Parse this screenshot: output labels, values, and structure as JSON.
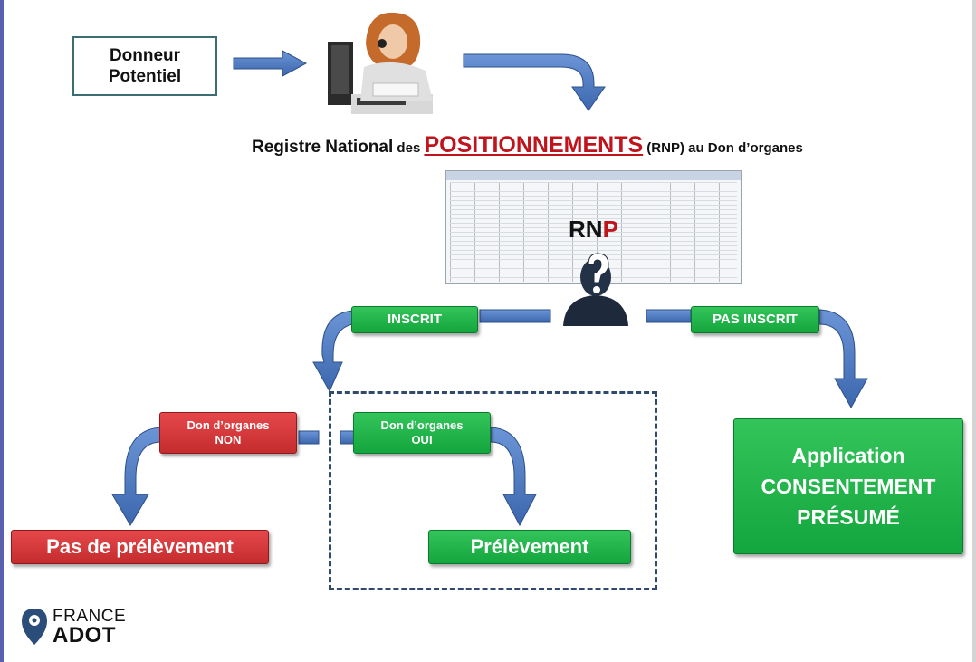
{
  "donneur": {
    "line1": "Donneur",
    "line2": "Potentiel"
  },
  "title": {
    "part1": "Registre National",
    "part2": " des ",
    "part3": "POSITIONNEMENTS",
    "part4": " (RNP)",
    "part5": " au Don d’organes"
  },
  "rnp": {
    "black": "RN",
    "red": "P"
  },
  "boxes": {
    "inscrit": "INSCRIT",
    "pas_inscrit": "PAS INSCRIT",
    "don_non_line1": "Don d’organes",
    "don_non_line2": "NON",
    "don_oui_line1": "Don d’organes",
    "don_oui_line2": "OUI",
    "pas_prelevement": "Pas de prélèvement",
    "prelevement": "Prélèvement",
    "app_line1": "Application",
    "app_line2": "CONSENTEMENT",
    "app_line3": "PRÉSUMÉ"
  },
  "logo": {
    "line1": "FRANCE",
    "line2": "ADOT"
  },
  "colors": {
    "arrow": "#4a78c0",
    "green": "#1ab04a",
    "red": "#d33b3d",
    "title_red": "#c0141c",
    "dashed": "#2f4a6e"
  },
  "icons": [
    "operator-icon",
    "spreadsheet-icon",
    "unknown-person-icon",
    "france-adot-pin-icon"
  ]
}
